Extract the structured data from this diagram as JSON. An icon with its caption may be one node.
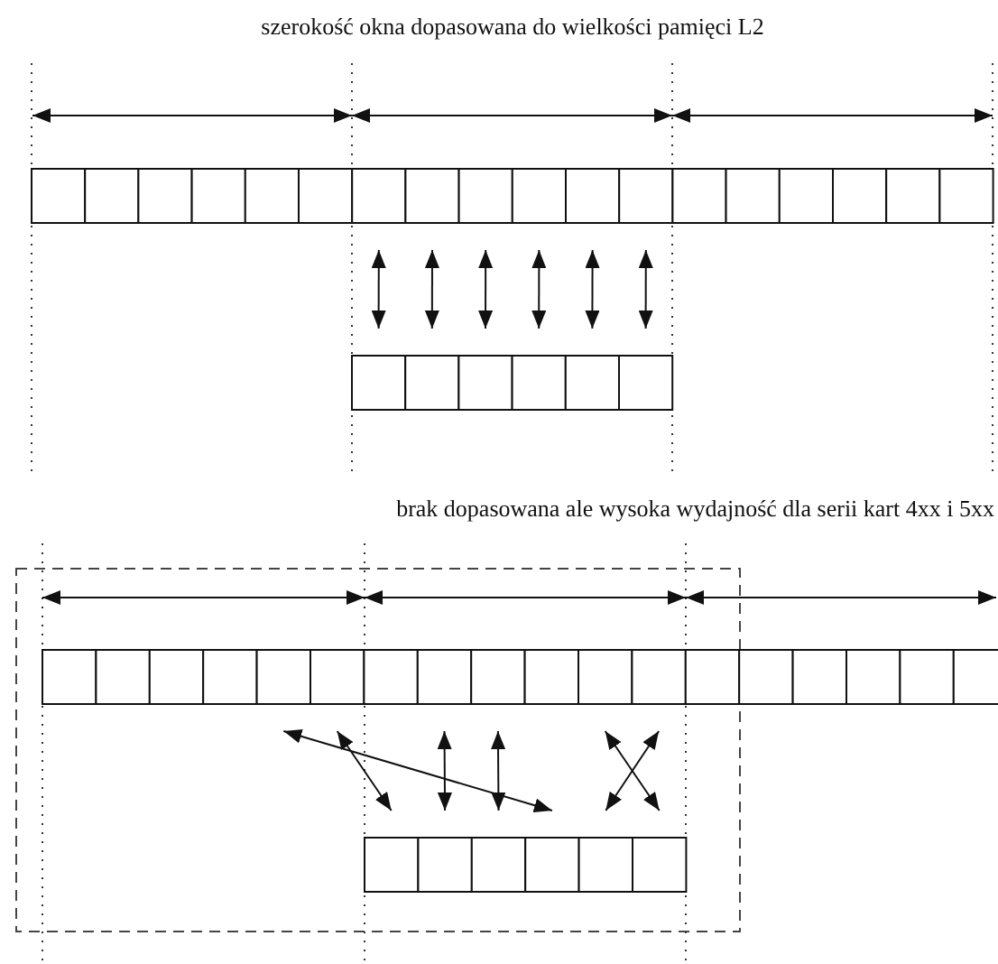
{
  "diagram": {
    "nodes": [
      {
        "text": [],
        "shape": "box"
      },
      {
        "text": [],
        "shape": "box"
      },
      {
        "text": [],
        "shape": "box"
      },
      {
        "text": [],
        "shape": "box"
      },
      {
        "text": [],
        "shape": "box"
      },
      {
        "text": [],
        "shape": "box"
      },
      {
        "text": [],
        "shape": "box"
      },
      {
        "text": [],
        "shape": "box"
      },
      {
        "text": [],
        "shape": "box"
      },
      {
        "text": [],
        "shape": "box"
      },
      {
        "text": [],
        "shape": "box"
      },
      {
        "text": [],
        "shape": "box"
      },
      {
        "text": [],
        "shape": "box"
      },
      {
        "text": [],
        "shape": "box"
      },
      {
        "text": [],
        "shape": "box"
      },
      {
        "text": [],
        "shape": "box"
      },
      {
        "text": [],
        "shape": "box"
      },
      {
        "text": [],
        "shape": "box"
      },
      {
        "text": [],
        "shape": "box"
      },
      {
        "text": [],
        "shape": "box"
      },
      {
        "text": [],
        "shape": "box"
      },
      {
        "text": [],
        "shape": "box"
      },
      {
        "text": [],
        "shape": "box"
      },
      {
        "text": [],
        "shape": "box"
      },
      {
        "text": [],
        "shape": "box"
      },
      {
        "text": [],
        "shape": "box"
      },
      {
        "text": [],
        "shape": "box"
      },
      {
        "text": [],
        "shape": "box"
      },
      {
        "text": [],
        "shape": "box"
      },
      {
        "text": [],
        "shape": "box"
      },
      {
        "text": [],
        "shape": "box"
      },
      {
        "text": [],
        "shape": "box"
      },
      {
        "text": [],
        "shape": "box"
      },
      {
        "text": [],
        "shape": "box"
      },
      {
        "text": [],
        "shape": "box"
      },
      {
        "text": [],
        "shape": "box"
      },
      {
        "text": [],
        "shape": "box"
      },
      {
        "text": [],
        "shape": "box"
      },
      {
        "text": [],
        "shape": "box"
      },
      {
        "text": [],
        "shape": "box"
      },
      {
        "text": [],
        "shape": "box"
      },
      {
        "text": [],
        "shape": "box"
      },
      {
        "text": [],
        "shape": "box"
      },
      {
        "text": [],
        "shape": "box"
      },
      {
        "text": [],
        "shape": "box"
      },
      {
        "text": [],
        "shape": "box"
      },
      {
        "text": [],
        "shape": "box"
      },
      {
        "text": [],
        "shape": "box"
      }
    ],
    "edges": [
      {
        "from": 6,
        "to": 18,
        "arrow": "both"
      },
      {
        "from": 7,
        "to": 19,
        "arrow": "both"
      },
      {
        "from": 8,
        "to": 20,
        "arrow": "both"
      },
      {
        "from": 9,
        "to": 21,
        "arrow": "both"
      },
      {
        "from": 10,
        "to": 22,
        "arrow": "both"
      },
      {
        "from": 11,
        "to": 23,
        "arrow": "both"
      },
      {
        "from": 28,
        "to": 45,
        "arrow": "both"
      },
      {
        "from": 29,
        "to": 42,
        "arrow": "both"
      },
      {
        "from": 31,
        "to": 43,
        "arrow": "both"
      },
      {
        "from": 32,
        "to": 44,
        "arrow": "both"
      },
      {
        "from": 34,
        "to": 47,
        "arrow": "both"
      },
      {
        "from": 35,
        "to": 46,
        "arrow": "both"
      }
    ],
    "labels": [
      "szerokość okna dopasowana do wielkości pamięci L2",
      "brak dopasowana ale wysoka wydajność dla serii kart 4xx i 5xx"
    ]
  }
}
